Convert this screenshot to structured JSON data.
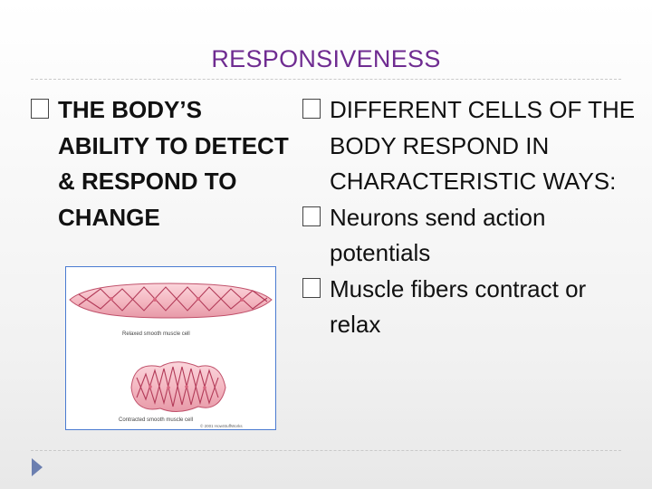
{
  "slide": {
    "title": "RESPONSIVENESS"
  },
  "left_column": {
    "bullet_icon": "box-bullet-icon",
    "text": "THE BODY’S ABILITY TO DETECT & RESPOND TO CHANGE"
  },
  "right_column": {
    "bullet_icon": "box-bullet-icon",
    "items": [
      "DIFFERENT CELLS OF THE BODY RESPOND IN CHARACTERISTIC WAYS:",
      "Neurons send action potentials",
      "Muscle fibers contract or relax"
    ]
  },
  "figure": {
    "caption_relaxed": "Relaxed smooth muscle cell",
    "caption_contracted": "Contracted smooth muscle cell",
    "credit": "© 2001 HowStuffWorks"
  },
  "colors": {
    "title": "#6f2c91",
    "muscle_fill": "#f4b8c2",
    "muscle_stroke": "#c0506a",
    "frame": "#4a7bd1",
    "nav_arrow": "#6b7fb0"
  },
  "nav": {
    "icon": "next-slide-arrow-icon"
  }
}
